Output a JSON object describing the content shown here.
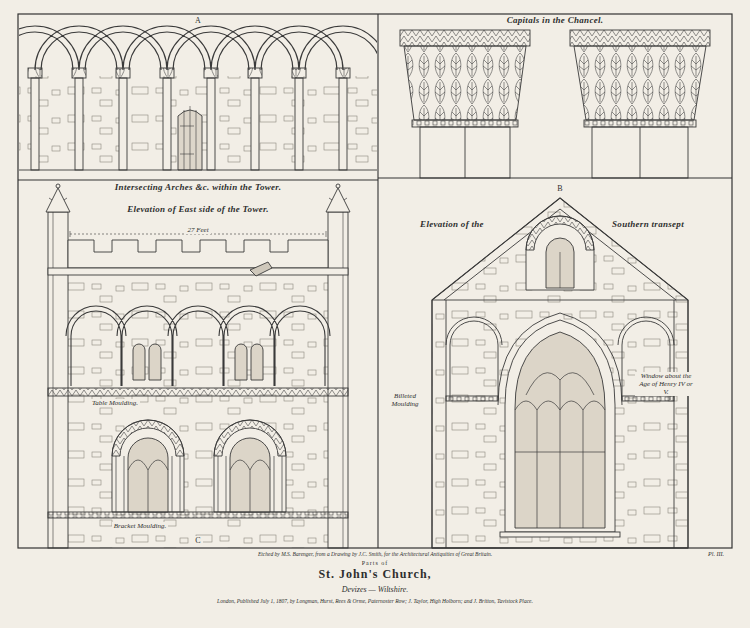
{
  "diagram": {
    "title": "St. John's Church,",
    "nodes": [
      {
        "text": [
          "Intersecting Arches &c. within the Tower."
        ]
      },
      {
        "text": [
          "Capitals in the Chancel."
        ]
      },
      {
        "text": [
          "Elevation of East side of the Tower."
        ]
      },
      {
        "text": [
          "Elevation of the",
          "Southern transept"
        ]
      }
    ],
    "labels": [
      "A",
      "27 Feet",
      "Table Moulding.",
      "Bracket Moulding.",
      "C",
      "B",
      "Billeted Moulding",
      "Window about the Age of Henry IV or V.",
      "Etched by M.S. Barenger, from a Drawing by J.C. Smith, for the Architectural Antiquities of Great Britain.",
      "Pl. III.",
      "Parts of",
      "Devizes — Wiltshire.",
      "London, Published July 1, 1807, by Longman, Hurst, Rees & Orme, Paternoster Row; J. Taylor, High Holborn; and J. Britton, Tavistock Place."
    ]
  }
}
